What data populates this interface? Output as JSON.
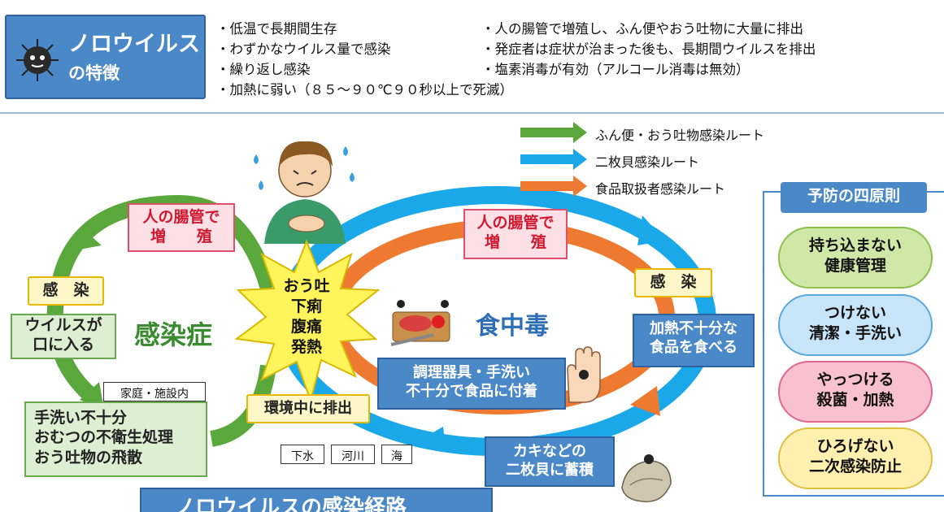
{
  "header": {
    "title_line1": "ノロウイルス",
    "title_line2": "の特徴",
    "features_left": [
      "・低温で長期間生存",
      "・わずかなウイルス量で感染",
      "・繰り返し感染",
      "・加熱に弱い（８５～９０℃９０秒以上で死滅）"
    ],
    "features_right": [
      "・人の腸管で増殖し、ふん便やおう吐物に大量に排出",
      "・発症者は症状が治まった後も、長期間ウイルスを排出",
      "・塩素消毒が有効（アルコール消毒は無効）"
    ]
  },
  "legend": {
    "items": [
      {
        "label": "ふん便・おう吐物感染ルート",
        "color": "#5aa83c"
      },
      {
        "label": "二枚貝感染ルート",
        "color": "#1ba8e8"
      },
      {
        "label": "食品取扱者感染ルート",
        "color": "#ee7a32"
      }
    ]
  },
  "left_cycle": {
    "center_label": "感染症",
    "intestine_line1": "人の腸管で",
    "intestine_line2": "増　　殖",
    "infection": "感　染",
    "mouth_line1": "ウイルスが",
    "mouth_line2": "口に入る",
    "home_tag": "家庭・施設内",
    "causes": [
      "手洗い不十分",
      "おむつの不衛生処理",
      "おう吐物の飛散"
    ]
  },
  "symptoms": [
    "おう吐",
    "下痢",
    "腹痛",
    "発熱"
  ],
  "environment": {
    "label": "環境中に排出",
    "tags": [
      "下水",
      "河川",
      "海"
    ]
  },
  "right_cycle": {
    "center_label": "食中毒",
    "intestine_line1": "人の腸管で",
    "intestine_line2": "増　　殖",
    "infection": "感　染",
    "eat_line1": "加熱不十分な",
    "eat_line2": "食品を食べる",
    "utensil_line1": "調理器具・手洗い",
    "utensil_line2": "不十分で食品に付着",
    "oyster_line1": "カキなどの",
    "oyster_line2": "二枚貝に蓄積"
  },
  "prevention": {
    "title": "予防の四原則",
    "items": [
      {
        "line1": "持ち込まない",
        "line2": "健康管理",
        "color": "#cfe8a8",
        "border": "#8cc04a"
      },
      {
        "line1": "つけない",
        "line2": "清潔・手洗い",
        "color": "#c8e4f8",
        "border": "#5aa8e0"
      },
      {
        "line1": "やっつける",
        "line2": "殺菌・加熱",
        "color": "#f8c0d0",
        "border": "#e06890"
      },
      {
        "line1": "ひろげない",
        "line2": "二次感染防止",
        "color": "#fff0b0",
        "border": "#e0c040"
      }
    ]
  },
  "footer": {
    "title": "ノロウイルスの感染経路"
  }
}
